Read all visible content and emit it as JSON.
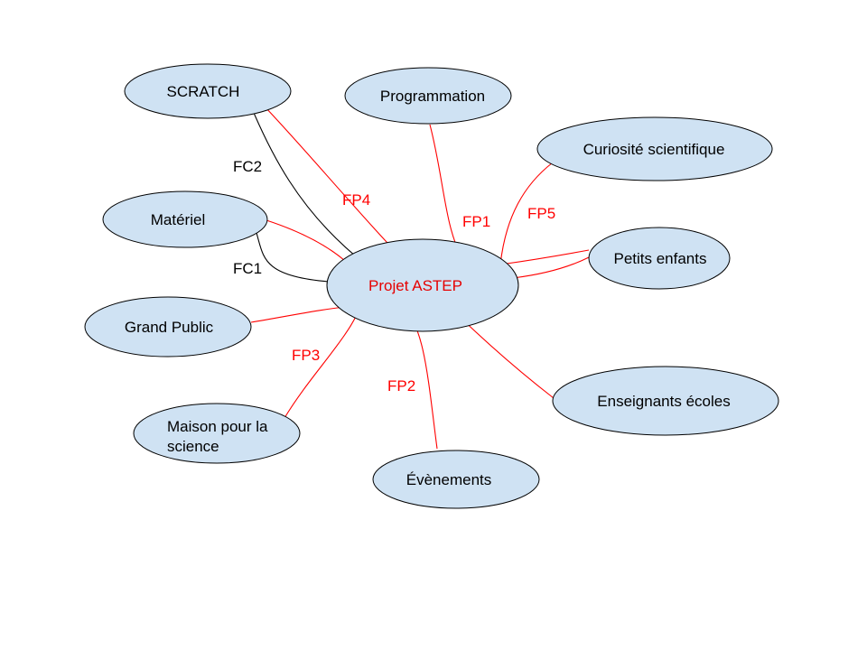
{
  "diagram": {
    "center": {
      "label": "Projet ASTEP"
    },
    "nodes": {
      "scratch": "SCRATCH",
      "programmation": "Programmation",
      "curiosite": "Curiosité scientifique",
      "materiel": "Matériel",
      "petits_enfants": "Petits enfants",
      "grand_public": "Grand Public",
      "enseignants": "Enseignants écoles",
      "maison_line1": "Maison pour la",
      "maison_line2": "science",
      "evenements": "Évènements"
    },
    "connection_labels": {
      "fc1": "FC1",
      "fc2": "FC2",
      "fp1": "FP1",
      "fp2": "FP2",
      "fp3": "FP3",
      "fp4": "FP4",
      "fp5": "FP5"
    },
    "colors": {
      "node_fill": "#cfe2f3",
      "node_stroke": "#000000",
      "principal_function": "#ff0000",
      "constraint_function": "#000000"
    }
  }
}
